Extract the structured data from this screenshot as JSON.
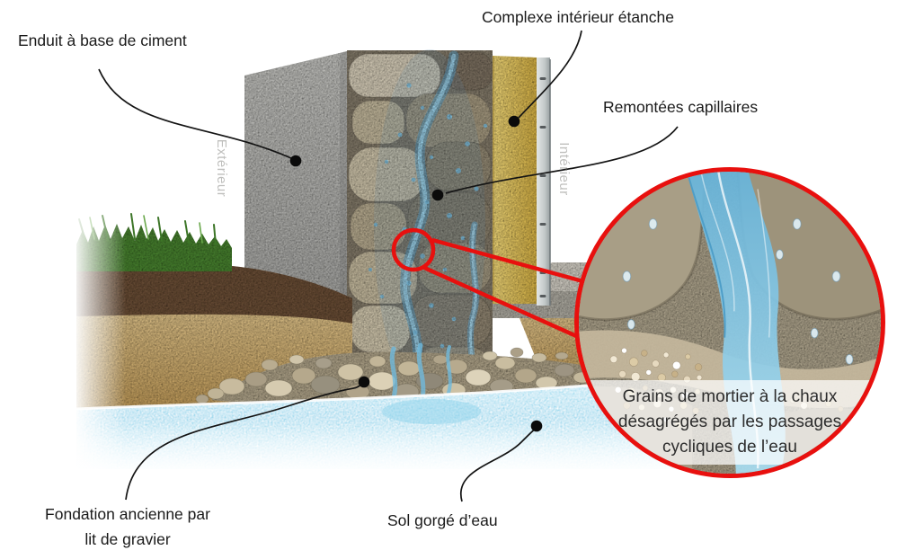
{
  "labels": {
    "enduit": "Enduit à base de ciment",
    "complexe": "Complexe intérieur étanche",
    "remontees": "Remontées capillaires",
    "exterieur": "Extérieur",
    "interieur": "Intérieur",
    "fondation_line1": "Fondation ancienne par",
    "fondation_line2": "lit de gravier",
    "sol": "Sol gorgé d’eau"
  },
  "inset": {
    "caption_line1": "Grains de mortier à la chaux",
    "caption_line2": "désagrégés par les passages",
    "caption_line3": "cycliques de l’eau"
  },
  "colors": {
    "accent_red": "#e8100e",
    "label_text": "#1a1a1a",
    "muted_label": "rgba(128,128,124,0.5)",
    "insulation_yellow": "#f0d169",
    "water_blue": "#8fd4ec",
    "render_gray": "#b9b9b6",
    "sand_tan": "#d8b873",
    "topsoil_brown": "#6d5038",
    "grass_green": "#4a8531"
  }
}
